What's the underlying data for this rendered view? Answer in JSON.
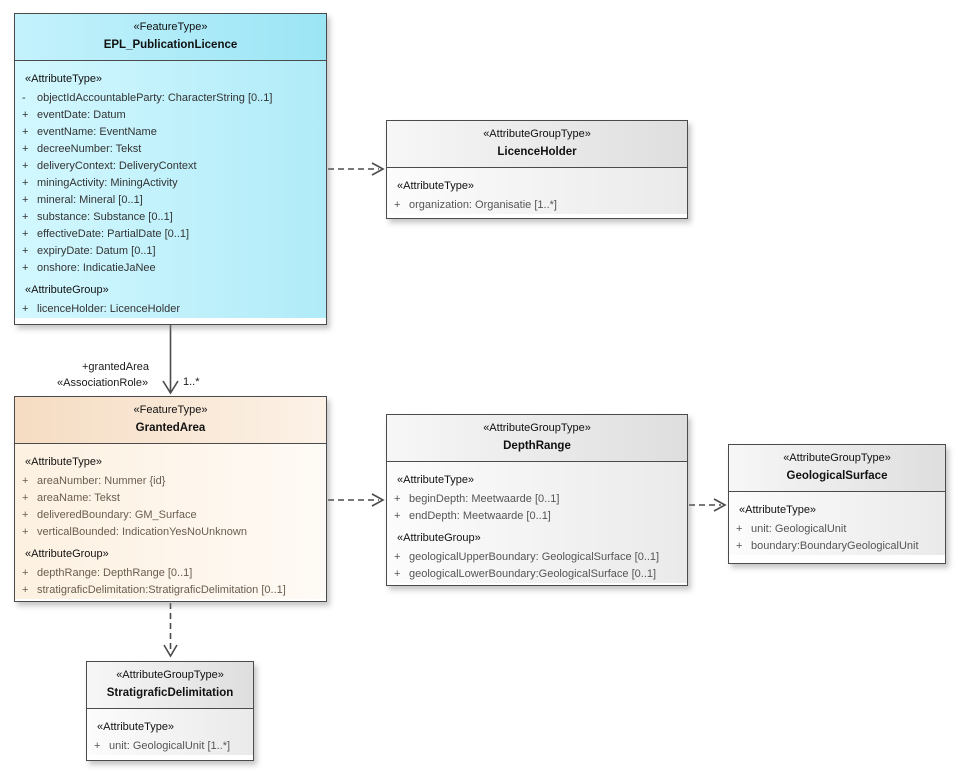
{
  "colors": {
    "background": "#ffffff",
    "feature_type_fill": "#b0ebf8",
    "granted_area_fill": "#fdf1e1",
    "attribute_group_fill": "#eaeaea",
    "border": "#4b4b4b"
  },
  "classes": {
    "epl": {
      "stereotype": "«FeatureType»",
      "name": "EPL_PublicationLicence",
      "attr_heading": "«AttributeType»",
      "group_heading": "«AttributeGroup»",
      "attributes": [
        {
          "vis": "-",
          "text": "objectIdAccountableParty: CharacterString [0..1]"
        },
        {
          "vis": "+",
          "text": "eventDate: Datum"
        },
        {
          "vis": "+",
          "text": "eventName: EventName"
        },
        {
          "vis": "+",
          "text": "decreeNumber: Tekst"
        },
        {
          "vis": "+",
          "text": "deliveryContext: DeliveryContext"
        },
        {
          "vis": "+",
          "text": "miningActivity: MiningActivity"
        },
        {
          "vis": "+",
          "text": "mineral: Mineral [0..1]"
        },
        {
          "vis": "+",
          "text": "substance: Substance [0..1]"
        },
        {
          "vis": "+",
          "text": "effectiveDate: PartialDate [0..1]"
        },
        {
          "vis": "+",
          "text": "expiryDate: Datum [0..1]"
        },
        {
          "vis": "+",
          "text": "onshore: IndicatieJaNee"
        }
      ],
      "groups": [
        {
          "vis": "+",
          "text": "licenceHolder: LicenceHolder"
        }
      ]
    },
    "licenceHolder": {
      "stereotype": "«AttributeGroupType»",
      "name": "LicenceHolder",
      "attr_heading": "«AttributeType»",
      "attributes": [
        {
          "vis": "+",
          "text": "organization: Organisatie [1..*]"
        }
      ]
    },
    "grantedArea": {
      "stereotype": "«FeatureType»",
      "name": "GrantedArea",
      "attr_heading": "«AttributeType»",
      "group_heading": "«AttributeGroup»",
      "attributes": [
        {
          "vis": "+",
          "text": "areaNumber: Nummer {id}"
        },
        {
          "vis": "+",
          "text": "areaName: Tekst"
        },
        {
          "vis": "+",
          "text": "deliveredBoundary: GM_Surface"
        },
        {
          "vis": "+",
          "text": "verticalBounded: IndicationYesNoUnknown"
        }
      ],
      "groups": [
        {
          "vis": "+",
          "text": "depthRange: DepthRange [0..1]"
        },
        {
          "vis": "+",
          "text": "stratigraficDelimitation:StratigraficDelimitation [0..1]"
        }
      ]
    },
    "depthRange": {
      "stereotype": "«AttributeGroupType»",
      "name": "DepthRange",
      "attr_heading": "«AttributeType»",
      "group_heading": "«AttributeGroup»",
      "attributes": [
        {
          "vis": "+",
          "text": "beginDepth: Meetwaarde [0..1]"
        },
        {
          "vis": "+",
          "text": "endDepth: Meetwaarde [0..1]"
        }
      ],
      "groups": [
        {
          "vis": "+",
          "text": "geologicalUpperBoundary: GeologicalSurface [0..1]"
        },
        {
          "vis": "+",
          "text": "geologicalLowerBoundary:GeologicalSurface [0..1]"
        }
      ]
    },
    "geologicalSurface": {
      "stereotype": "«AttributeGroupType»",
      "name": "GeologicalSurface",
      "attr_heading": "«AttributeType»",
      "attributes": [
        {
          "vis": "+",
          "text": "unit: GeologicalUnit"
        },
        {
          "vis": "+",
          "text": "boundary:BoundaryGeologicalUnit"
        }
      ]
    },
    "stratigraficDelimitation": {
      "stereotype": "«AttributeGroupType»",
      "name": "StratigraficDelimitation",
      "attr_heading": "«AttributeType»",
      "attributes": [
        {
          "vis": "+",
          "text": "unit: GeologicalUnit [1..*]"
        }
      ]
    }
  },
  "connectors": {
    "granted_area_role": "+grantedArea",
    "association_role_stereotype": "«AssociationRole»",
    "multiplicity": "1..*"
  }
}
